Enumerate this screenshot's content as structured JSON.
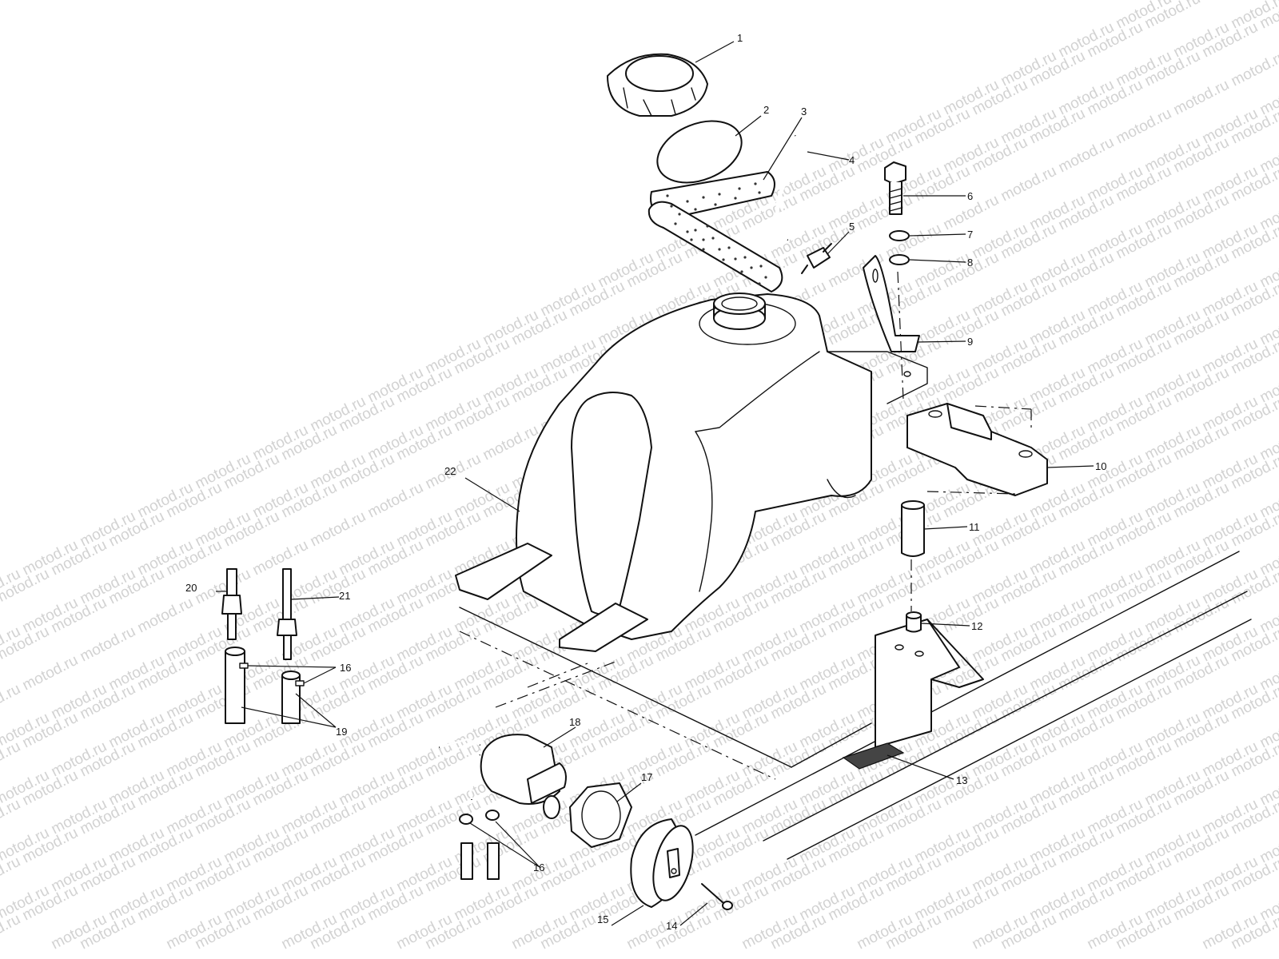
{
  "watermark": {
    "text": "motod.ru",
    "color": "#d2d2d2"
  },
  "callouts": [
    {
      "id": "1",
      "label": "1"
    },
    {
      "id": "2",
      "label": "2"
    },
    {
      "id": "3",
      "label": "3"
    },
    {
      "id": "4",
      "label": "4"
    },
    {
      "id": "5",
      "label": "5"
    },
    {
      "id": "6",
      "label": "6"
    },
    {
      "id": "7",
      "label": "7"
    },
    {
      "id": "8",
      "label": "8"
    },
    {
      "id": "9",
      "label": "9"
    },
    {
      "id": "10",
      "label": "10"
    },
    {
      "id": "11",
      "label": "11"
    },
    {
      "id": "12",
      "label": "12"
    },
    {
      "id": "13",
      "label": "13"
    },
    {
      "id": "14",
      "label": "14"
    },
    {
      "id": "15",
      "label": "15"
    },
    {
      "id": "16a",
      "label": "16"
    },
    {
      "id": "16b",
      "label": "16"
    },
    {
      "id": "17",
      "label": "17"
    },
    {
      "id": "18",
      "label": "18"
    },
    {
      "id": "19",
      "label": "19"
    },
    {
      "id": "20",
      "label": "20"
    },
    {
      "id": "21",
      "label": "21"
    },
    {
      "id": "22",
      "label": "22"
    }
  ]
}
